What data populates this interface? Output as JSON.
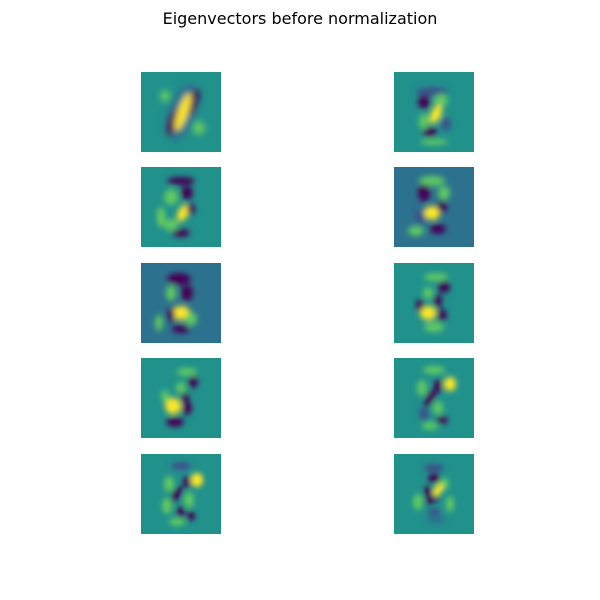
{
  "figure": {
    "title": "Eigenvectors before normalization"
  },
  "colormap": {
    "name": "viridis",
    "background": "#21918c",
    "low": "#440154",
    "mid_low": "#3b528b",
    "mid_high": "#5ec962",
    "high": "#fde725"
  },
  "panels": [
    {
      "index": 0,
      "subject": "eigenvector-1"
    },
    {
      "index": 1,
      "subject": "eigenvector-2"
    },
    {
      "index": 2,
      "subject": "eigenvector-3"
    },
    {
      "index": 3,
      "subject": "eigenvector-4"
    },
    {
      "index": 4,
      "subject": "eigenvector-5"
    },
    {
      "index": 5,
      "subject": "eigenvector-6"
    },
    {
      "index": 6,
      "subject": "eigenvector-7"
    },
    {
      "index": 7,
      "subject": "eigenvector-8"
    },
    {
      "index": 8,
      "subject": "eigenvector-9"
    },
    {
      "index": 9,
      "subject": "eigenvector-10"
    }
  ]
}
